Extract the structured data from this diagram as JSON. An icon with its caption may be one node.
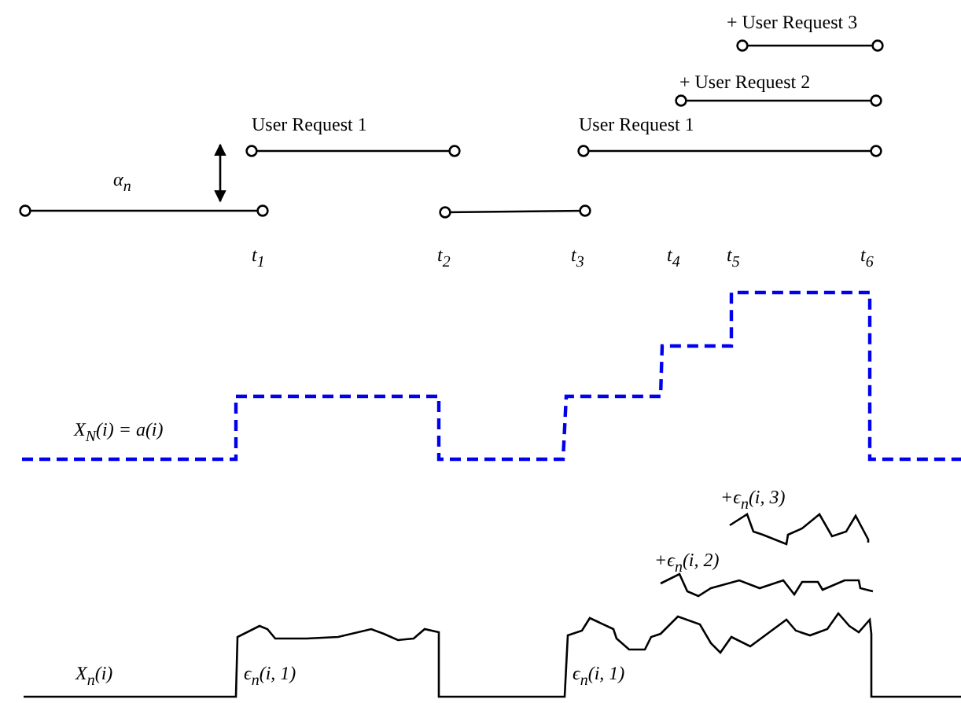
{
  "diagram": {
    "labels": [
      "+ User Request 3",
      "+ User Request 2",
      "User Request 1",
      "User Request 1",
      "α$_{n}$",
      "t$_{1}$",
      "t$_{2}$",
      "t$_{3}$",
      "t$_{4}$",
      "t$_{5}$",
      "t$_{6}$",
      "X$_{N}$(i) = a(i)",
      "+ϵ$_{n}$(i, 3)",
      "+ϵ$_{n}$(i, 2)",
      "X$_{n}$(i)",
      "ϵ$_{n}$(i, 1)",
      "ϵ$_{n}$(i, 1)"
    ]
  }
}
